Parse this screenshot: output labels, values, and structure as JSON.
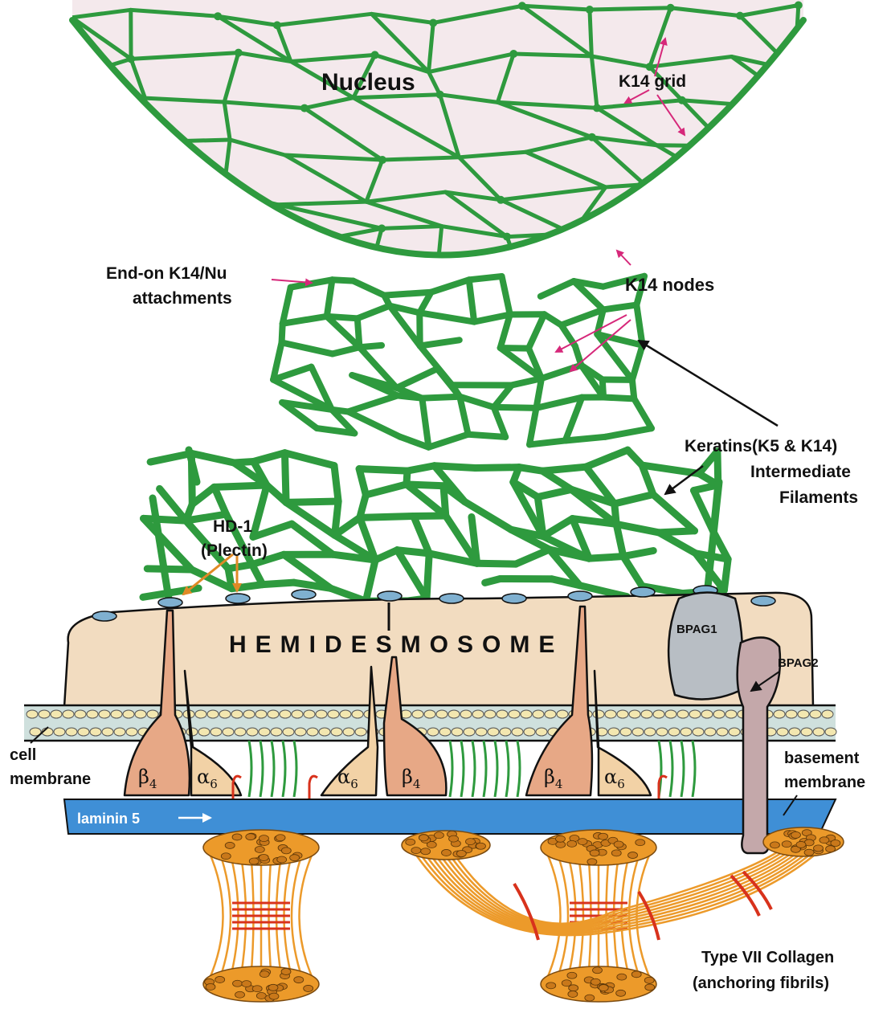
{
  "labels": {
    "nucleus": "Nucleus",
    "k14_grid": "K14 grid",
    "end_on_line1": "End-on K14/Nu",
    "end_on_line2": "attachments",
    "k14_nodes": "K14 nodes",
    "keratins_line1": "Keratins(K5 & K14)",
    "keratins_line2": "Intermediate",
    "keratins_line3": "Filaments",
    "hd1_line1": "HD-1",
    "hd1_line2": "(Plectin)",
    "hemidesmosome": "HEMIDESMOSOME",
    "bpag1": "BPAG1",
    "bpag2": "BPAG2",
    "cell_membrane_line1": "cell",
    "cell_membrane_line2": "membrane",
    "basement_line1": "basement",
    "basement_line2": "membrane",
    "laminin5": "laminin 5",
    "beta4": "β",
    "beta4_sub": "4",
    "alpha6": "α",
    "alpha6_sub": "6",
    "collagen_line1": "Type VII Collagen",
    "collagen_line2": "(anchoring fibrils)"
  },
  "colors": {
    "keratin_green": "#2e9a3e",
    "nucleus_fill": "#f4e9ec",
    "hemidesmosome_fill": "#f2dcc0",
    "membrane_band": "#cfe0dd",
    "lipid_dots": "#f3e7b0",
    "laminin_blue": "#3f8fd6",
    "plectin_blue": "#7fb0d0",
    "beta4_fill": "#e7a886",
    "alpha6_fill": "#f2d2a6",
    "bpag1_fill": "#b8bec4",
    "bpag2_fill": "#c4a8aa",
    "collagen_orange": "#ec9a2a",
    "collagen_red": "#d8321c",
    "magenta_arrow": "#d6287a",
    "orange_arrow": "#e08a26"
  }
}
